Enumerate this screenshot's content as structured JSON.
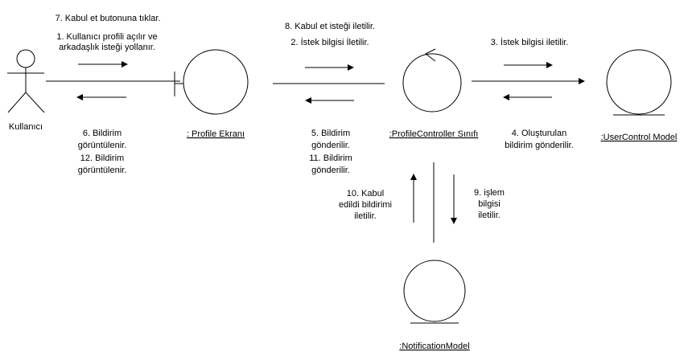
{
  "actors": {
    "user": "Kullanıcı"
  },
  "objects": {
    "profile_screen": ": Profile Ekranı",
    "profile_controller": ":ProfileController Sınıfı",
    "user_control_model": ":UserControl Model",
    "notification_model": ":NotificationModel"
  },
  "messages": {
    "m7": "7. Kabul et butonuna tıklar.",
    "m1_line1": "1. Kullanıcı profili açılır ve",
    "m1_line2": "arkadaşlık isteği yollanır.",
    "m6_line1": "6. Bildirim",
    "m6_line2": "görüntülenir.",
    "m12_line1": "12. Bildirim",
    "m12_line2": "görüntülenir.",
    "m8": "8. Kabul et isteği iletilir.",
    "m2": "2. İstek bilgisi İletilir.",
    "m5_line1": "5. Bildirim",
    "m5_line2": "gönderilir.",
    "m11_line1": "11. Bildirim",
    "m11_line2": "gönderilir.",
    "m3": "3. İstek bilgisi iletilir.",
    "m4_line1": "4. Oluşturulan",
    "m4_line2": "bildirim gönderilir.",
    "m10_line1": "10. Kabul",
    "m10_line2": "edildi bildirimi",
    "m10_line3": "iletilir.",
    "m9_line1": "9. işlem",
    "m9_line2": "bilgisi",
    "m9_line3": "iletilir."
  }
}
